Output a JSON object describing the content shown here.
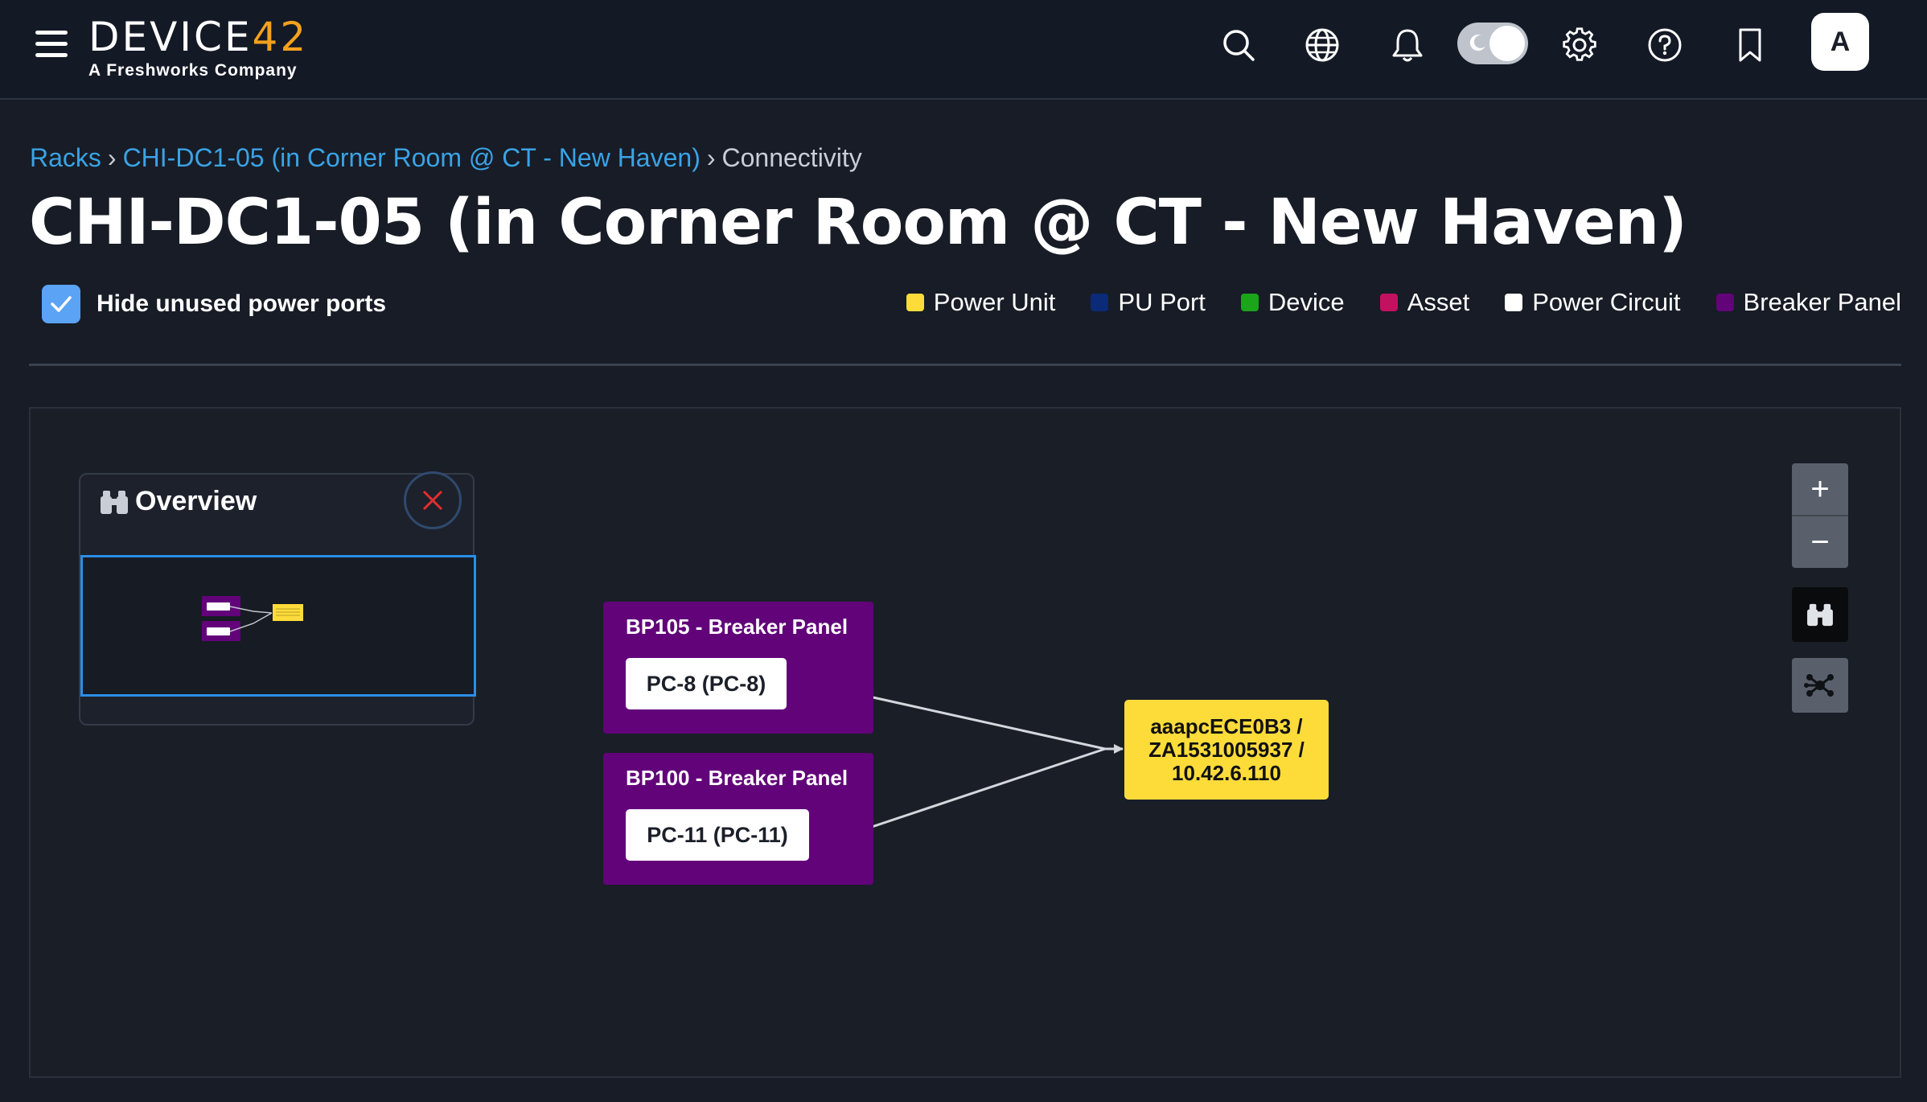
{
  "header": {
    "logo_main": "DEVICE",
    "logo_num": "42",
    "logo_sub": "A Freshworks Company",
    "avatar_initial": "A"
  },
  "icons": [
    "menu-icon",
    "search-icon",
    "globe-icon",
    "bell-icon",
    "theme-toggle",
    "gear-icon",
    "help-icon",
    "bookmark-icon"
  ],
  "breadcrumb": {
    "items": [
      "Racks",
      "CHI-DC1-05 (in Corner Room @ CT - New Haven)"
    ],
    "sep": "›",
    "current": "Connectivity"
  },
  "page": {
    "title": "CHI-DC1-05 (in Corner Room @ CT - New Haven)"
  },
  "options": {
    "hide_unused_label": "Hide unused power ports",
    "hide_unused_checked": true
  },
  "legend": [
    {
      "label": "Power Unit",
      "color": "#fddc3a"
    },
    {
      "label": "PU Port",
      "color": "#0b2a78"
    },
    {
      "label": "Device",
      "color": "#1aa51a"
    },
    {
      "label": "Asset",
      "color": "#c2115f"
    },
    {
      "label": "Power Circuit",
      "color": "#ffffff"
    },
    {
      "label": "Breaker Panel",
      "color": "#62037a"
    }
  ],
  "overview": {
    "title": "Overview"
  },
  "graph": {
    "panels": [
      {
        "title": "BP105 - Breaker Panel",
        "port": "PC-8 (PC-8)"
      },
      {
        "title": "BP100 - Breaker Panel",
        "port": "PC-11 (PC-11)"
      }
    ],
    "power_unit": {
      "line1": "aaapcECE0B3 /",
      "line2": "ZA1531005937 /",
      "line3": "10.42.6.110"
    }
  },
  "controls": {
    "zoom_in": "+",
    "zoom_out": "−"
  }
}
